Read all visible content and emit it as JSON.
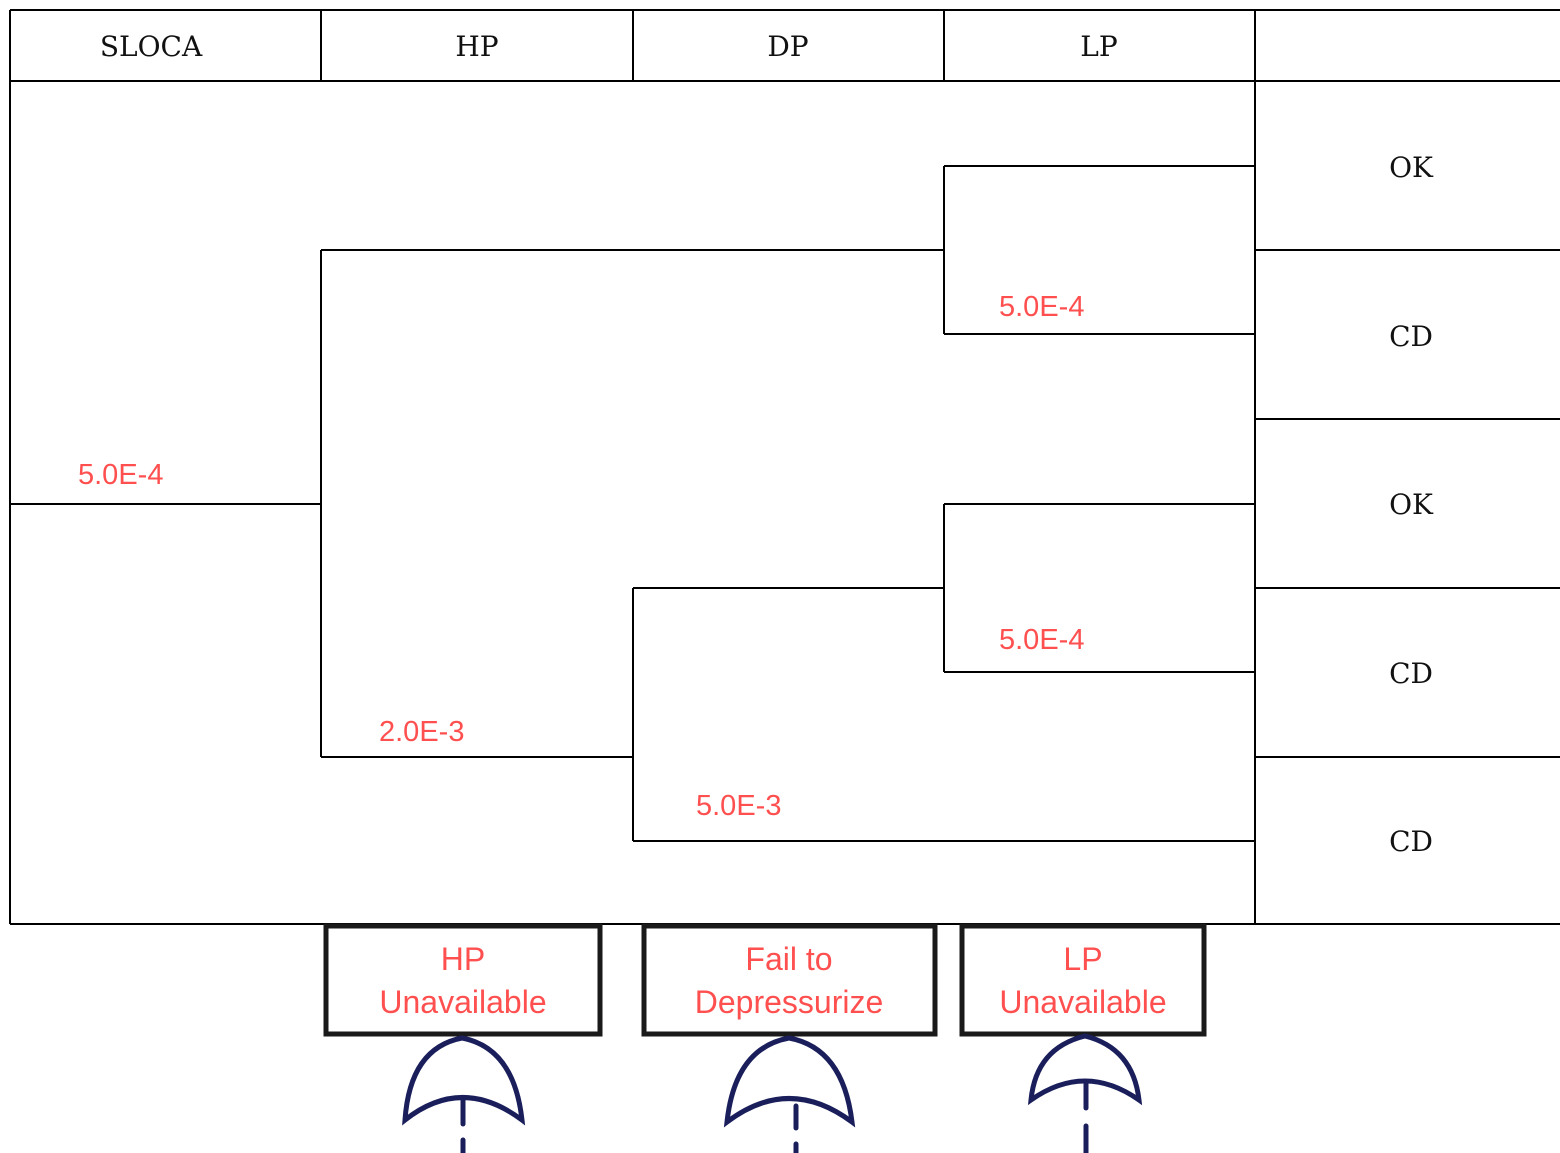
{
  "colors": {
    "line": "#000000",
    "probability_text": "#ff4f4f",
    "gate_stroke": "#1a1f5c",
    "basic_event_stroke": "#1a1a1a"
  },
  "headers": [
    "SLOCA",
    "HP",
    "DP",
    "LP",
    ""
  ],
  "outcomes": [
    "OK",
    "CD",
    "OK",
    "CD",
    "CD"
  ],
  "probabilities": {
    "initiator": "5.0E-4",
    "hp_failure": "2.0E-3",
    "dp_failure": "5.0E-3",
    "lp_failure_upper": "5.0E-4",
    "lp_failure_lower": "5.0E-4"
  },
  "basic_events": [
    {
      "line1": "HP",
      "line2": "Unavailable",
      "gate_icon": "or-gate-icon"
    },
    {
      "line1": "Fail to",
      "line2": "Depressurize",
      "gate_icon": "or-gate-icon"
    },
    {
      "line1": "LP",
      "line2": "Unavailable",
      "gate_icon": "or-gate-icon"
    }
  ]
}
